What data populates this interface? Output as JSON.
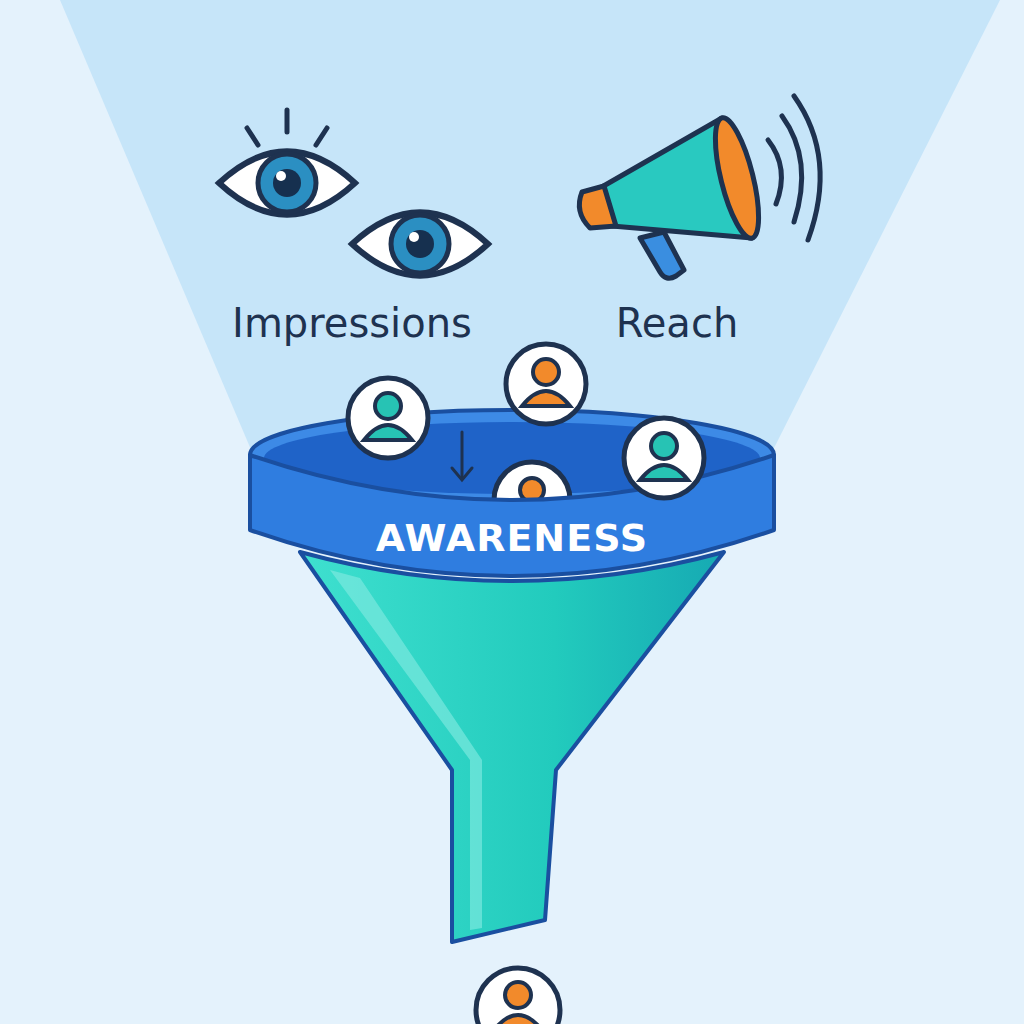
{
  "diagram": {
    "nodes": [
      {
        "text": [
          "AWARENESS"
        ]
      }
    ],
    "labels": [
      "Impressions",
      "Reach"
    ]
  }
}
